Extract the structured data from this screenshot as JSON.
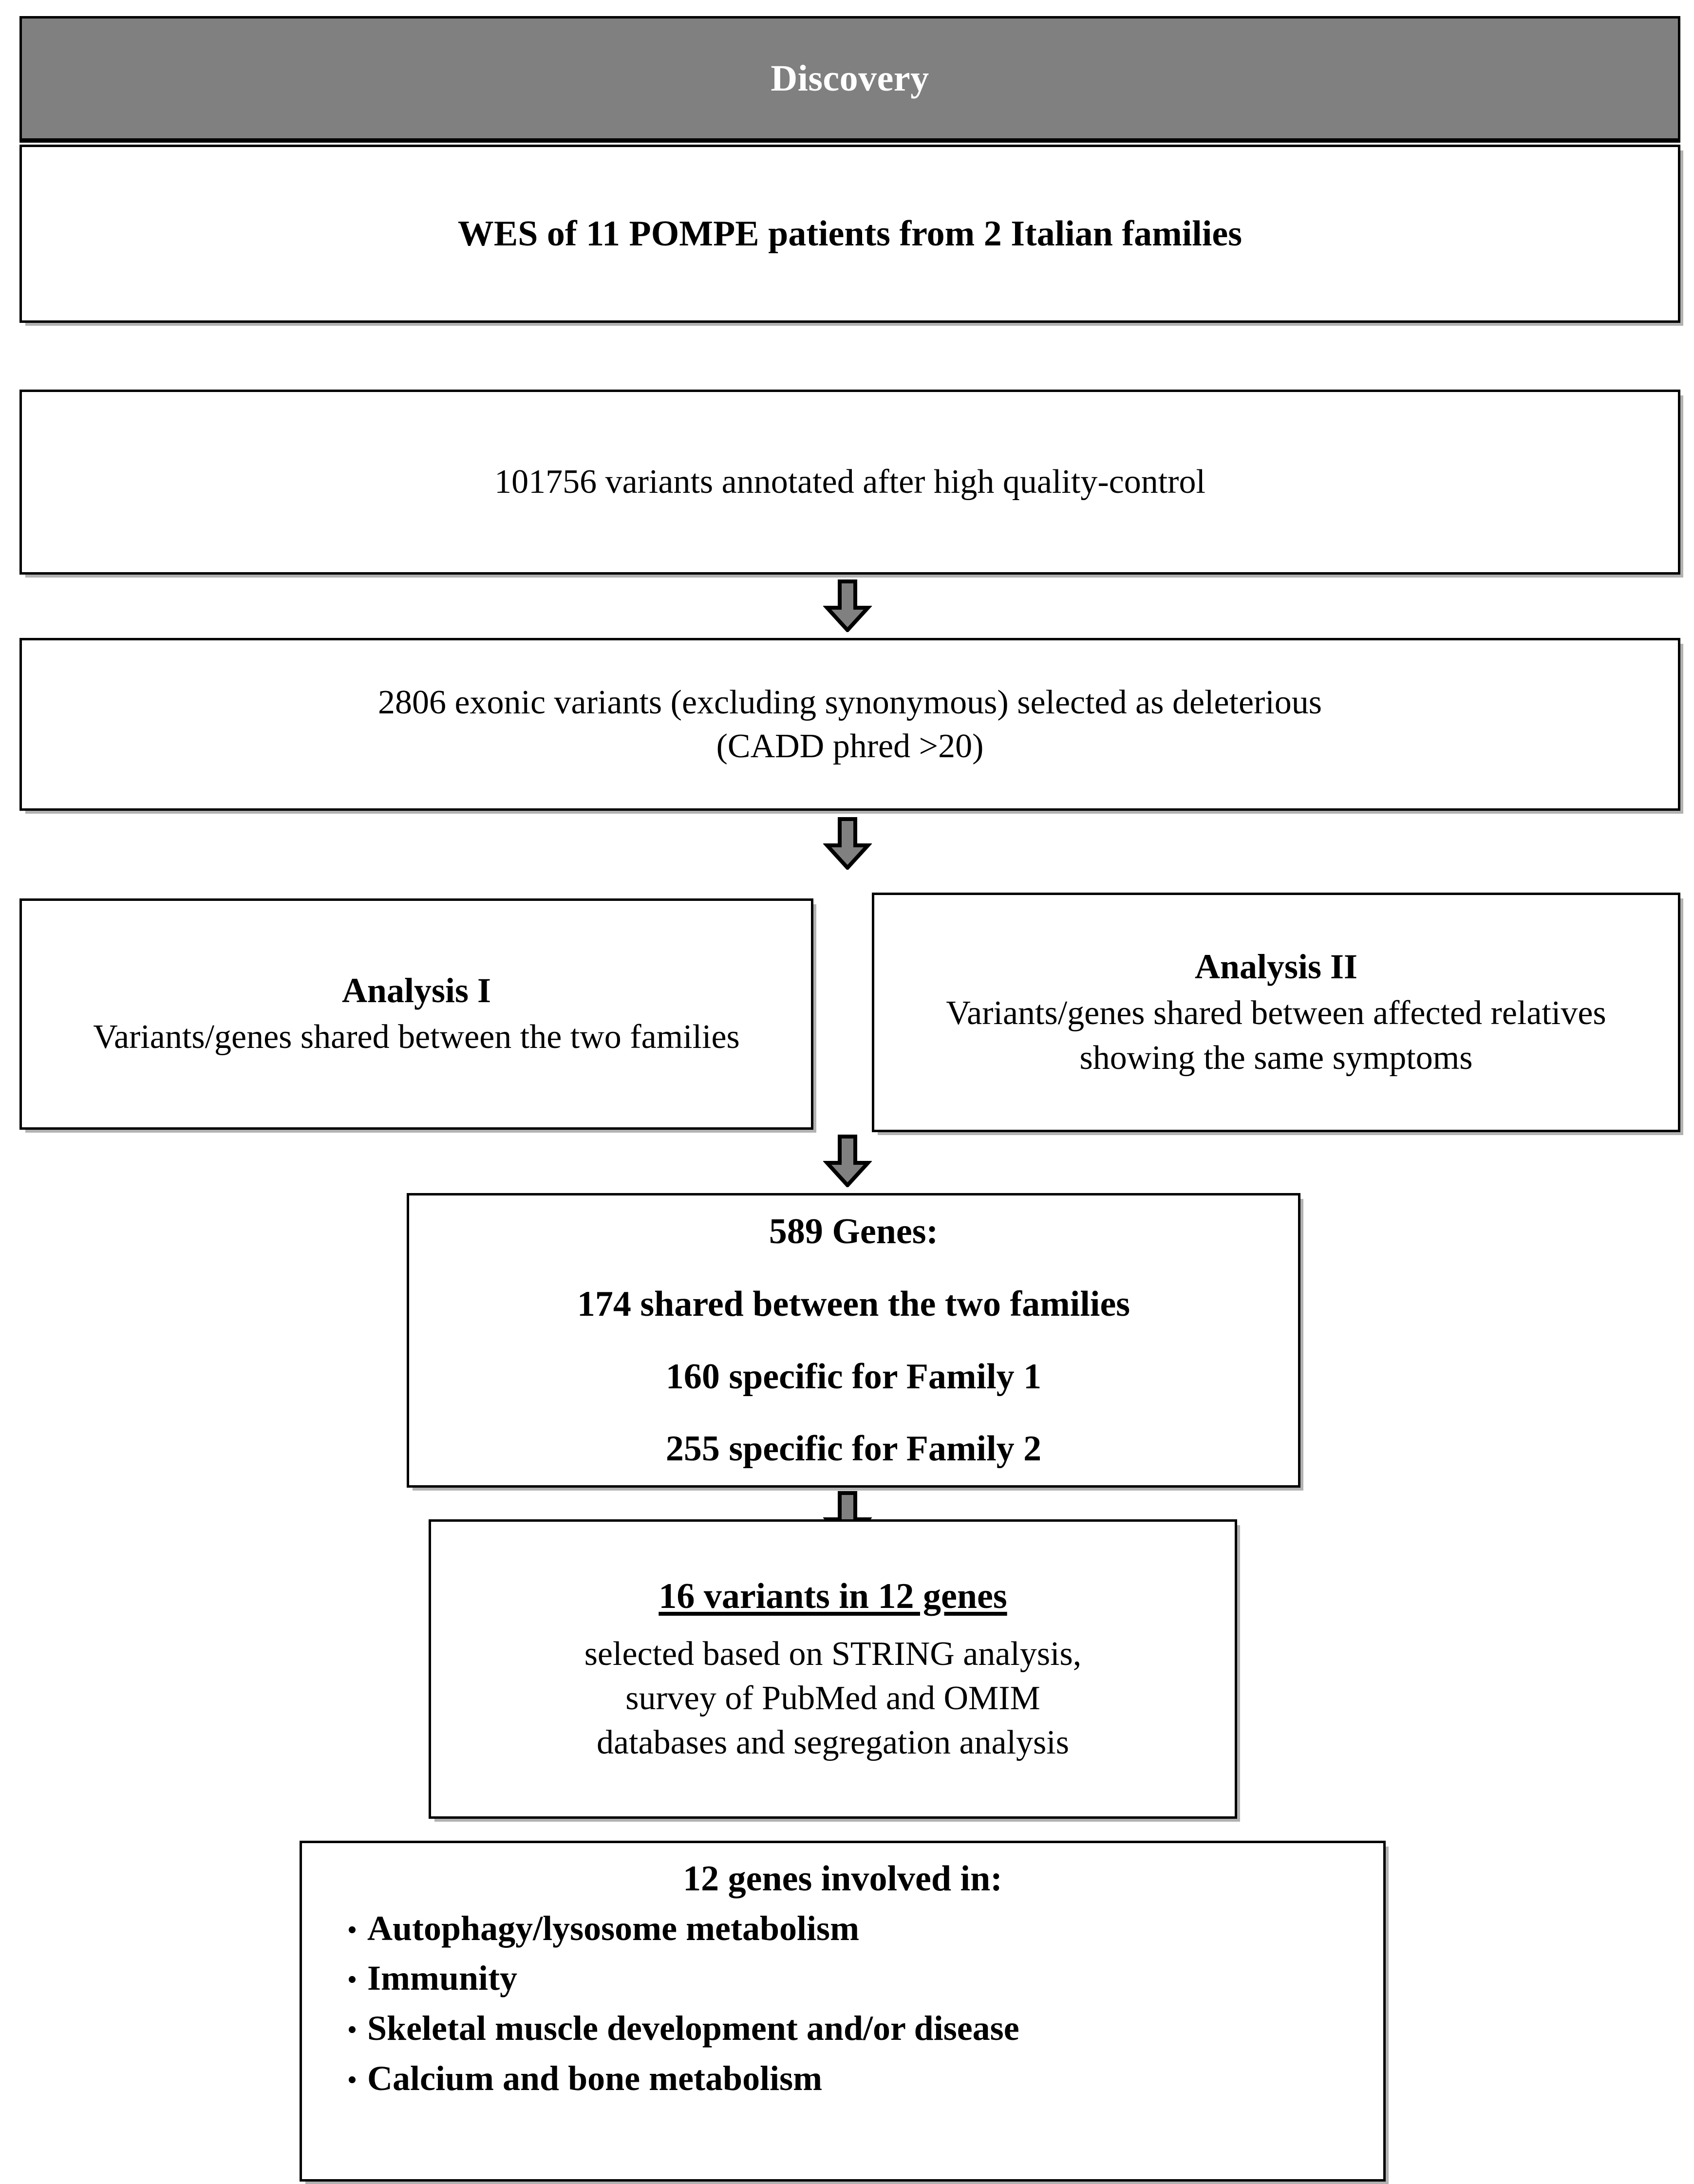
{
  "header": {
    "title": "Discovery",
    "background_color": "#808080",
    "text_color": "#ffffff"
  },
  "boxes": {
    "wes": {
      "text": "WES of 11 POMPE patients from 2 Italian families"
    },
    "variants_annotated": {
      "text": "101756 variants annotated after high quality-control"
    },
    "exonic_variants": {
      "line1": "2806 exonic variants (excluding synonymous) selected as deleterious",
      "line2": "(CADD phred >20)"
    },
    "analysis_1": {
      "title": "Analysis I",
      "description": "Variants/genes shared between  the two families"
    },
    "analysis_2": {
      "title": "Analysis II",
      "description": "Variants/genes shared between affected relatives showing the same symptoms"
    },
    "genes_589": {
      "line1": "589 Genes:",
      "line2": "174 shared between the two families",
      "line3": "160 specific for Family 1",
      "line4": "255 specific for Family 2"
    },
    "variants_16": {
      "headline": "16 variants in 12 genes",
      "sub1": "selected based on STRING analysis,",
      "sub2": "survey of PubMed and OMIM",
      "sub3": "databases and segregation analysis"
    },
    "genes_involved": {
      "title": "12 genes involved in:",
      "bullet_glyph": "•",
      "items": [
        "Autophagy/lysosome metabolism",
        "Immunity",
        "Skeletal muscle development and/or disease",
        "Calcium and bone metabolism"
      ]
    }
  },
  "arrows": {
    "fill_color": "#808080",
    "stroke_color": "#000000",
    "count": 4
  }
}
